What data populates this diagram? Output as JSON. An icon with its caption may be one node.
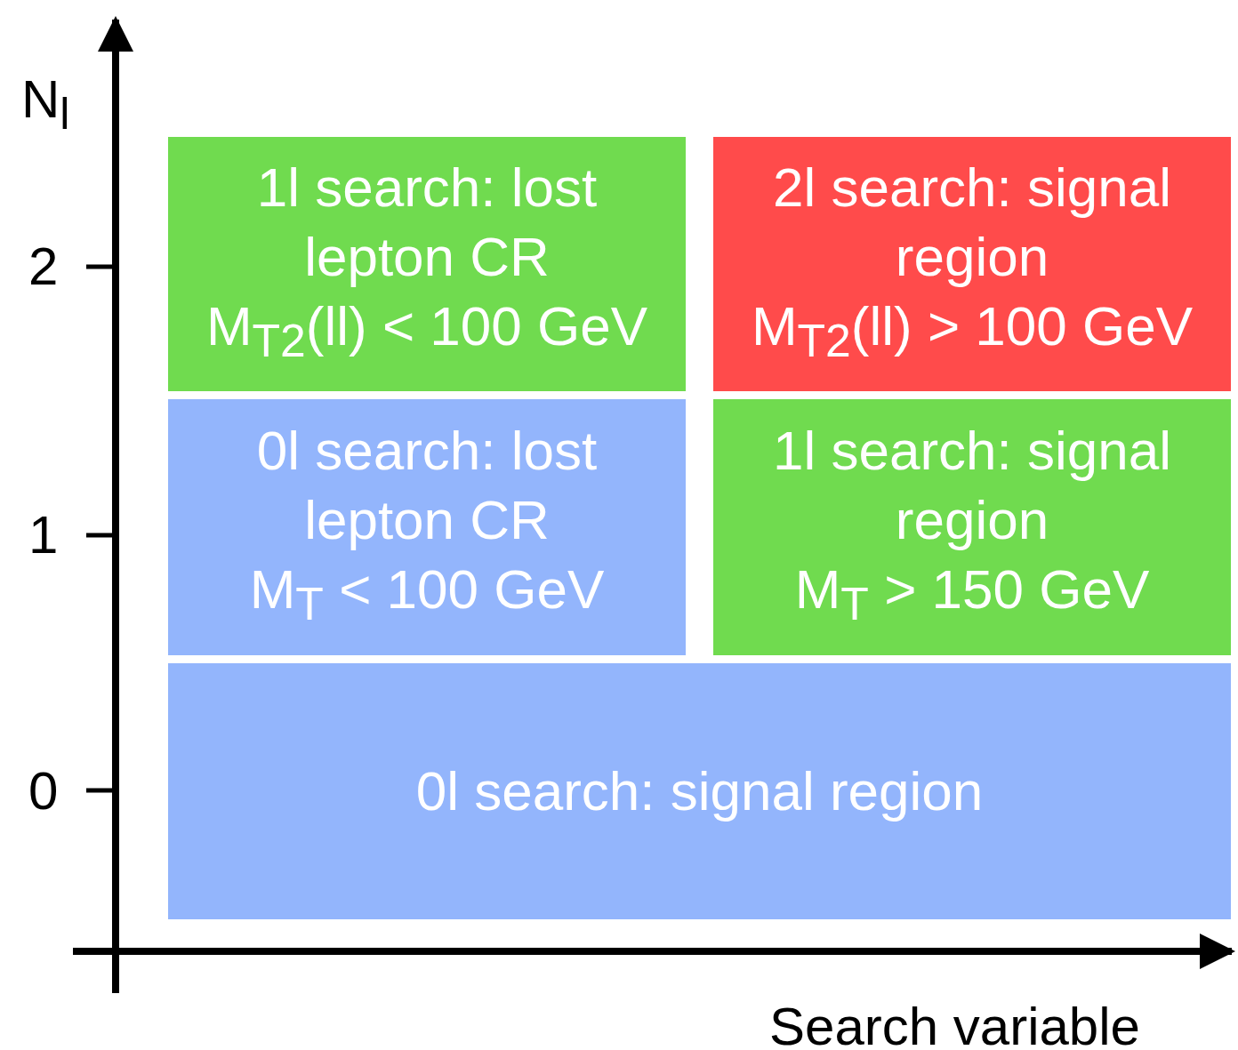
{
  "diagram": {
    "nodes": [
      {
        "text": [
          "1l search: lost lepton CR",
          "M$_{T2}$(ll) < 100 GeV"
        ]
      },
      {
        "text": [
          "2l search: signal region",
          "M$_{T2}$(ll) > 100 GeV"
        ]
      },
      {
        "text": [
          "0l search: lost lepton CR",
          "M$_{T}$ < 100 GeV"
        ]
      },
      {
        "text": [
          "1l search: signal region",
          "M$_{T}$ > 150 GeV"
        ]
      },
      {
        "text": [
          "0l search: signal region"
        ]
      }
    ],
    "edges": [],
    "labels": [
      "N$_{l}$",
      "2",
      "1",
      "0",
      "Search variable"
    ]
  }
}
